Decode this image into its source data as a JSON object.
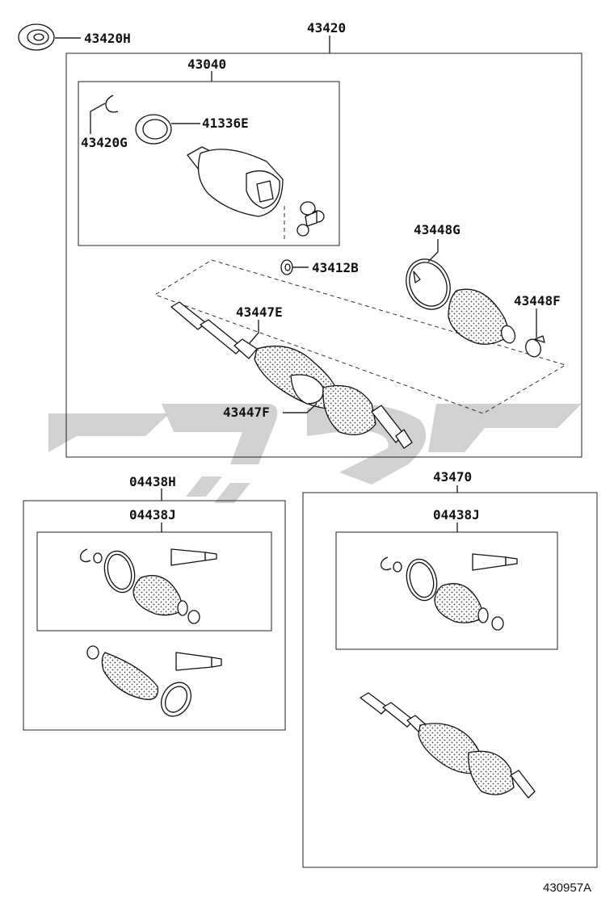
{
  "diagram": {
    "id": "430957A",
    "labels": {
      "p43420H": "43420H",
      "p43420": "43420",
      "p43040": "43040",
      "p41336E": "41336E",
      "p43420G": "43420G",
      "p43412B": "43412B",
      "p43448G": "43448G",
      "p43448F": "43448F",
      "p43447E": "43447E",
      "p43447F": "43447F",
      "p04438H": "04438H",
      "p04438J_left": "04438J",
      "p43470": "43470",
      "p04438J_right": "04438J"
    }
  },
  "colors": {
    "line": "#111111",
    "watermark": "#c9c9c9",
    "background": "#ffffff"
  }
}
